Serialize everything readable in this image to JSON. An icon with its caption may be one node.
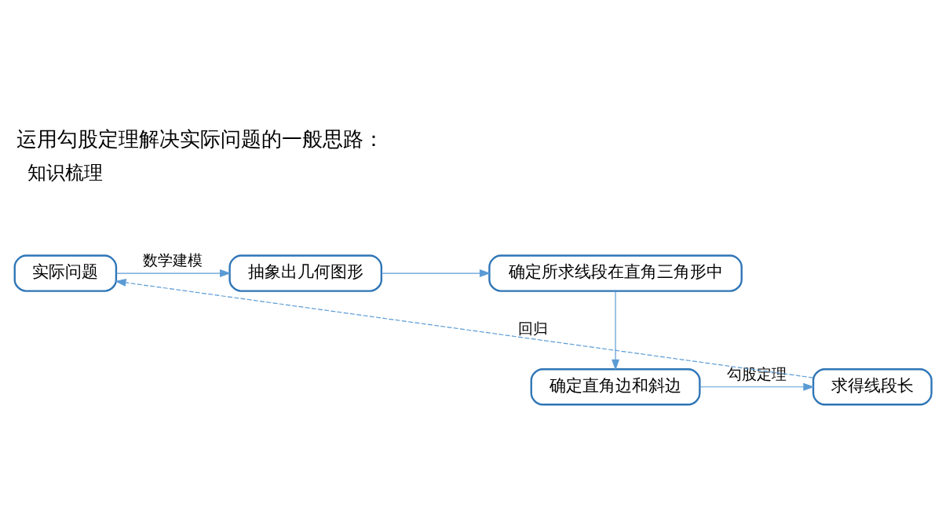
{
  "diagram": {
    "title": "运用勾股定理解决实际问题的一般思路：",
    "nodes": [
      {
        "text": [
          "实际问题"
        ]
      },
      {
        "text": [
          "抽象出几何图形"
        ]
      },
      {
        "text": [
          "确定所求线段在直角三角形中"
        ]
      },
      {
        "text": [
          "确定直角边和斜边"
        ]
      },
      {
        "text": [
          "求得线段长"
        ]
      }
    ],
    "edges": [
      {
        "from": 0,
        "to": 1,
        "arrow": "to",
        "label": "数学建模"
      },
      {
        "from": 1,
        "to": 2,
        "arrow": "to"
      },
      {
        "from": 2,
        "to": 3,
        "arrow": "to"
      },
      {
        "from": 3,
        "to": 4,
        "arrow": "to",
        "label": "勾股定理"
      },
      {
        "from": 4,
        "to": 0,
        "arrow": "to",
        "label": "回归",
        "style": "dashed"
      }
    ],
    "labels": [
      "知识梳理"
    ]
  }
}
